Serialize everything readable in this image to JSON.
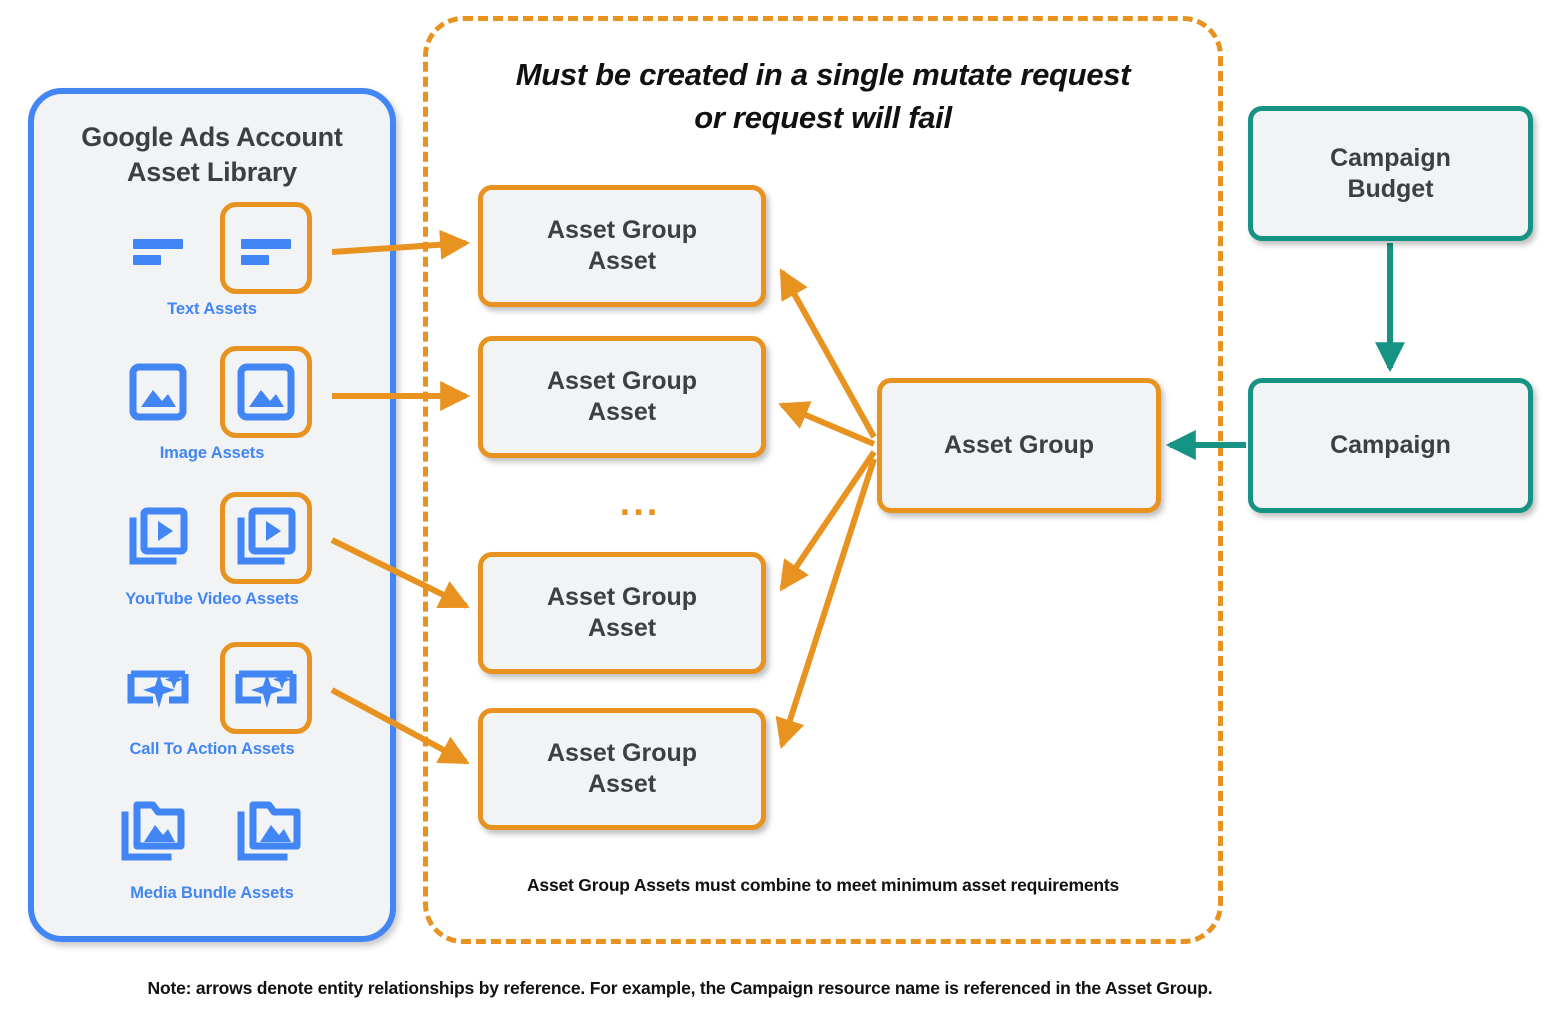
{
  "colors": {
    "blue": "#4285f4",
    "orange": "#e8921f",
    "teal": "#179384",
    "node_fill": "#f1f3f4",
    "text_dark": "#3c4043",
    "text_black": "#111111"
  },
  "library": {
    "title_line1": "Google Ads Account",
    "title_line2": "Asset Library",
    "assets": [
      {
        "caption": "Text Assets",
        "icon": "text-lines-icon",
        "highlighted": true
      },
      {
        "caption": "Image Assets",
        "icon": "image-icon",
        "highlighted": true
      },
      {
        "caption": "YouTube Video  Assets",
        "icon": "video-stack-icon",
        "highlighted": true
      },
      {
        "caption": "Call To Action Assets",
        "icon": "call-to-action-sparkle-icon",
        "highlighted": true
      },
      {
        "caption": "Media Bundle  Assets",
        "icon": "media-bundle-folder-icon",
        "highlighted": false
      }
    ]
  },
  "mutate": {
    "heading_line1": "Must be created in a single mutate request",
    "heading_line2": "or request will fail",
    "footnote": "Asset Group Assets must combine to meet minimum asset requirements",
    "ellipsis": "..."
  },
  "nodes": {
    "asset_group_assets": [
      {
        "line1": "Asset Group",
        "line2": "Asset"
      },
      {
        "line1": "Asset Group",
        "line2": "Asset"
      },
      {
        "line1": "Asset Group",
        "line2": "Asset"
      },
      {
        "line1": "Asset Group",
        "line2": "Asset"
      }
    ],
    "asset_group": "Asset Group",
    "campaign_budget_line1": "Campaign",
    "campaign_budget_line2": "Budget",
    "campaign": "Campaign"
  },
  "footer": {
    "note": "Note: arrows denote entity relationships by reference. For example, the Campaign resource name is referenced in the Asset Group."
  }
}
